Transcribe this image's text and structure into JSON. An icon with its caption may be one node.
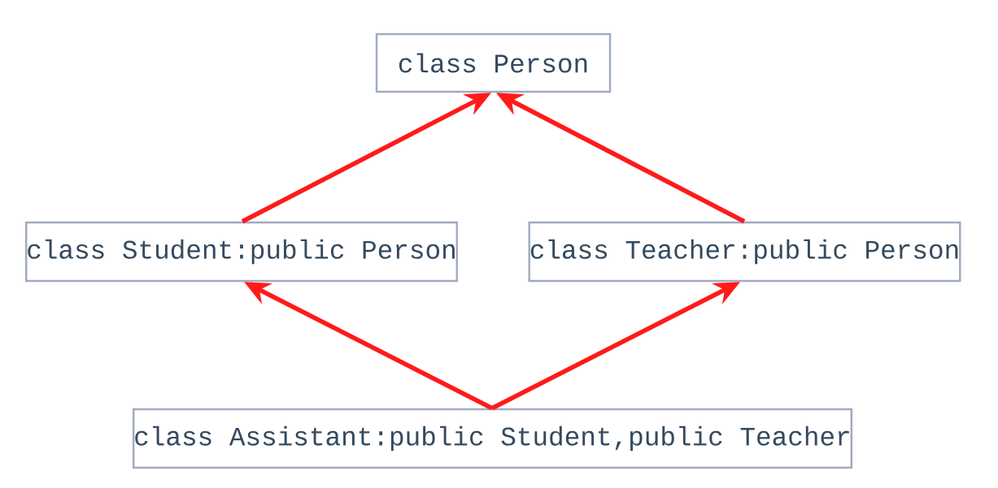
{
  "diagram": {
    "nodes": [
      {
        "text": [
          "class Person"
        ]
      },
      {
        "text": [
          "class Student:public Person"
        ]
      },
      {
        "text": [
          "class Teacher:public Person"
        ]
      },
      {
        "text": [
          "class Assistant:public Student,public Teacher"
        ]
      }
    ],
    "edges": [
      {
        "from": 1,
        "to": 0,
        "arrow": "to"
      },
      {
        "from": 2,
        "to": 0,
        "arrow": "to"
      },
      {
        "from": 3,
        "to": 1,
        "arrow": "to"
      },
      {
        "from": 3,
        "to": 2,
        "arrow": "to"
      }
    ]
  }
}
